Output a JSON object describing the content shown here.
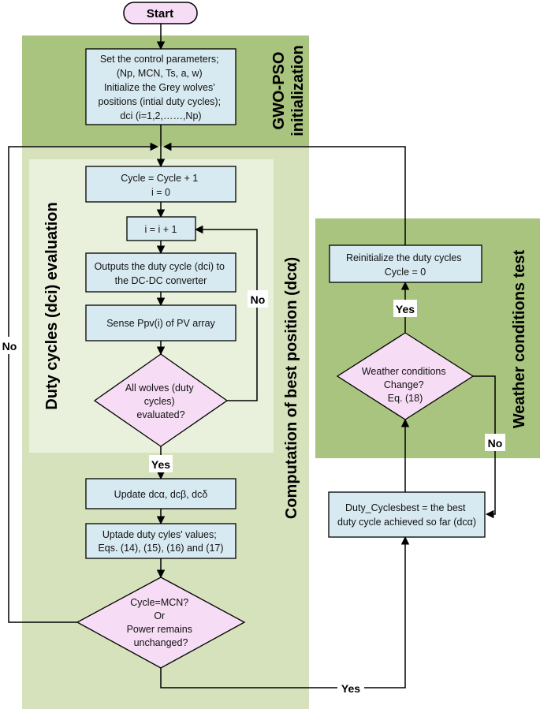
{
  "colors": {
    "region_green": "#a9c47f",
    "inner_green": "#e9f0db",
    "process_fill": "#d8eaf1",
    "decision_fill": "#f6dcf4",
    "start_fill": "#f6dcf4",
    "line": "#000000"
  },
  "start": "Start",
  "regions": {
    "init": [
      "GWO-PSO",
      "initialization"
    ],
    "duty": "Duty cycles (dci) evaluation",
    "best": "Computation of best position (dcα)",
    "weather": "Weather conditions test"
  },
  "boxes": {
    "set_params": [
      "Set the control parameters;",
      "(Np, MCN, Ts, a, w)",
      "Initialize the Grey wolves'",
      "positions (intial duty cycles);",
      "dci (i=1,2,……,Np)"
    ],
    "cycle_inc": [
      "Cycle = Cycle + 1",
      "i = 0"
    ],
    "i_inc": [
      "i = i + 1"
    ],
    "outputs": [
      "Outputs the duty cycle (dci) to",
      "the DC-DC converter"
    ],
    "sense": [
      "Sense Ppv(i) of PV array"
    ],
    "update_dc": [
      "Update dcα, dcβ, dcδ"
    ],
    "update_vals": [
      "Uptade duty cyles' values;",
      "Eqs. (14), (15), (16) and (17)"
    ],
    "reinit": [
      "Reinitialize the duty cycles",
      "Cycle = 0"
    ],
    "duty_best": [
      "Duty_Cyclesbest = the best",
      "duty cycle achieved so far (dcα)"
    ]
  },
  "decisions": {
    "all_wolves": [
      "All wolves (duty",
      "cycles)",
      "evaluated?"
    ],
    "cycle_mcn": [
      "Cycle=MCN?",
      "Or",
      "Power remains",
      "unchanged?"
    ],
    "weather": [
      "Weather conditions",
      "Change?",
      "Eq. (18)"
    ]
  },
  "labels": {
    "no_inner": "No",
    "yes_wolves": "Yes",
    "no_outer": "No",
    "yes_bottom": "Yes",
    "yes_weather": "Yes",
    "no_weather": "No"
  }
}
